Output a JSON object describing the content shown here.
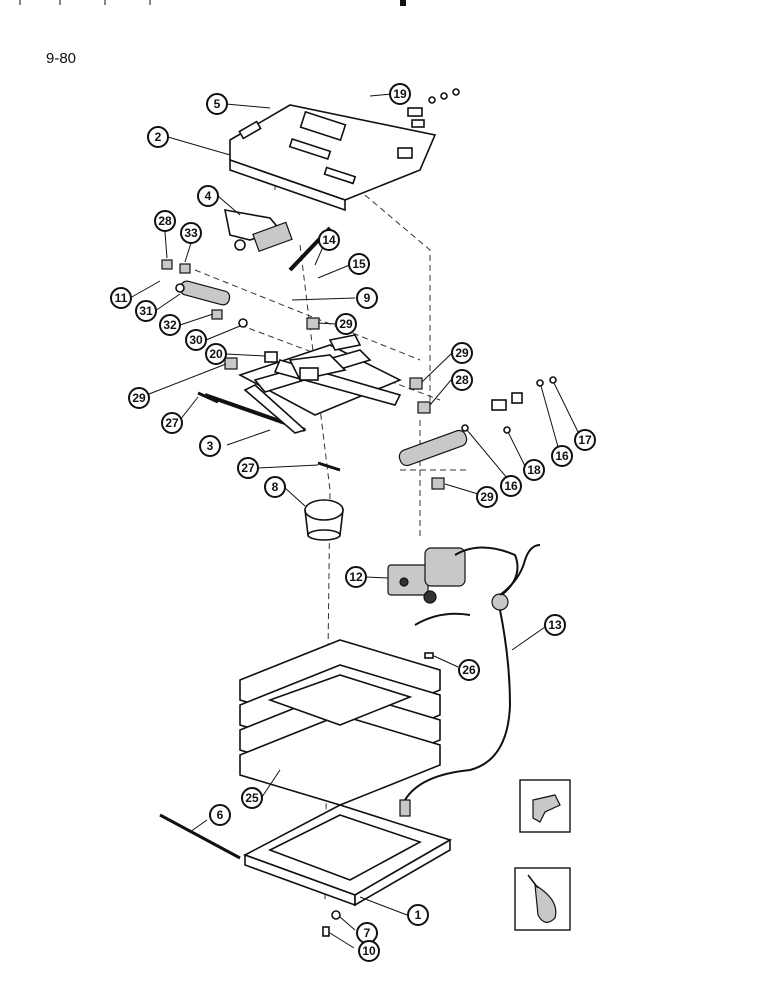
{
  "page": {
    "number": "9-80"
  },
  "callouts": [
    {
      "label": "5"
    },
    {
      "label": "19"
    },
    {
      "label": "2"
    },
    {
      "label": "4"
    },
    {
      "label": "28"
    },
    {
      "label": "33"
    },
    {
      "label": "14"
    },
    {
      "label": "15"
    },
    {
      "label": "11"
    },
    {
      "label": "31"
    },
    {
      "label": "9"
    },
    {
      "label": "32"
    },
    {
      "label": "29"
    },
    {
      "label": "30"
    },
    {
      "label": "20"
    },
    {
      "label": "29"
    },
    {
      "label": "28"
    },
    {
      "label": "29"
    },
    {
      "label": "27"
    },
    {
      "label": "3"
    },
    {
      "label": "16"
    },
    {
      "label": "18"
    },
    {
      "label": "16"
    },
    {
      "label": "17"
    },
    {
      "label": "27"
    },
    {
      "label": "8"
    },
    {
      "label": "29"
    },
    {
      "label": "12"
    },
    {
      "label": "13"
    },
    {
      "label": "26"
    },
    {
      "label": "25"
    },
    {
      "label": "6"
    },
    {
      "label": "1"
    },
    {
      "label": "7"
    },
    {
      "label": "10"
    }
  ]
}
